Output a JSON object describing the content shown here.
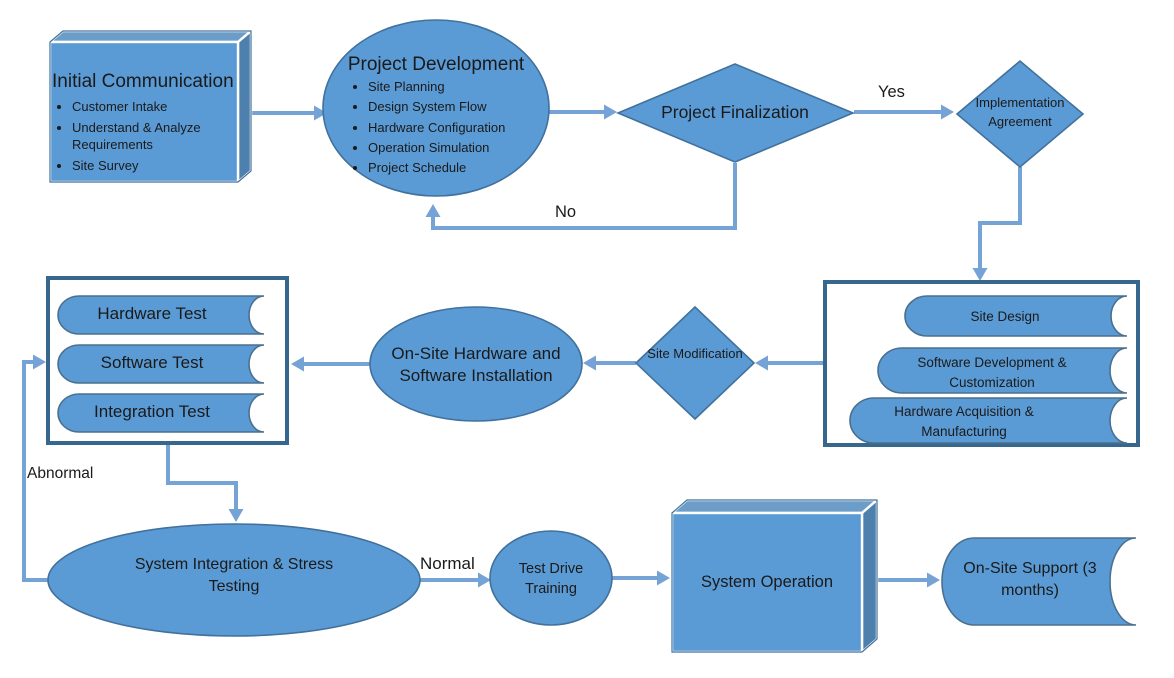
{
  "nodes": {
    "initial_communication": {
      "title": "Initial Communication",
      "bullets": [
        "Customer Intake",
        "Understand & Analyze Requirements",
        "Site Survey"
      ]
    },
    "project_development": {
      "title": "Project Development",
      "bullets": [
        "Site Planning",
        "Design System Flow",
        "Hardware Configuration",
        "Operation Simulation",
        "Project Schedule"
      ]
    },
    "project_finalization": {
      "label": "Project Finalization"
    },
    "implementation_agreement": {
      "label": "Implementation Agreement"
    },
    "site_design": {
      "label": "Site Design"
    },
    "software_development": {
      "label": "Software Development & Customization"
    },
    "hardware_acquisition": {
      "label": "Hardware Acquisition & Manufacturing"
    },
    "site_modification": {
      "label": "Site Modification"
    },
    "onsite_installation": {
      "label": "On-Site Hardware and Software Installation"
    },
    "hardware_test": {
      "label": "Hardware Test"
    },
    "software_test": {
      "label": "Software Test"
    },
    "integration_test": {
      "label": "Integration Test"
    },
    "system_integration": {
      "label": "System Integration & Stress Testing"
    },
    "test_drive": {
      "label": "Test Drive Training"
    },
    "system_operation": {
      "label": "System Operation"
    },
    "onsite_support": {
      "label": "On-Site Support (3 months)"
    }
  },
  "edge_labels": {
    "yes": "Yes",
    "no": "No",
    "normal": "Normal",
    "abnormal": "Abnormal"
  },
  "colors": {
    "shape_fill": "#5b9bd5",
    "shape_border": "#41719c",
    "tape_border": "#4a708f",
    "arrow": "#76a3d6",
    "container_border": "#38678e",
    "box_top_face": "#6b9dc8",
    "box_side_face": "#4d80ac",
    "text": "#1a1a1a"
  }
}
